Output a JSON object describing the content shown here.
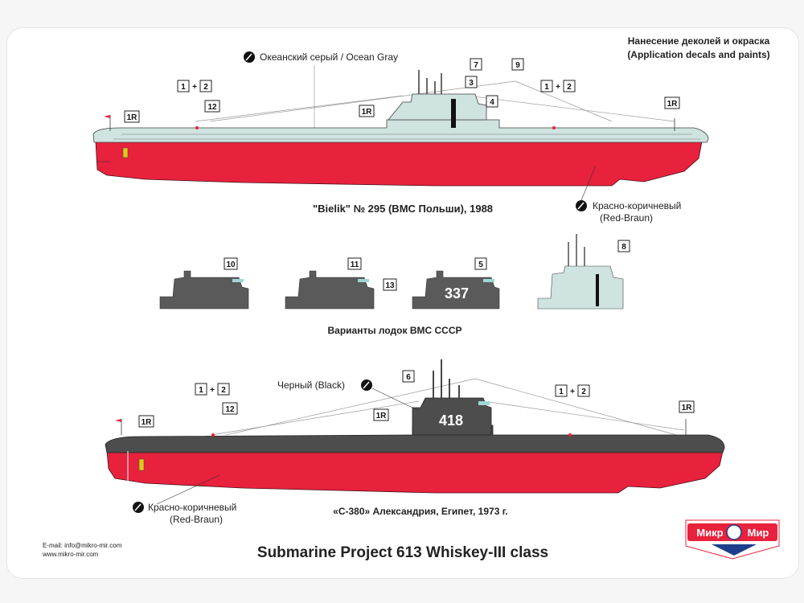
{
  "header": {
    "line1": "Нанесение деколей и окраска",
    "line2": "(Application decals and paints)"
  },
  "paints": {
    "ocean_gray": "Океанский серый / Ocean Gray",
    "red_brown_ru": "Красно-коричневый",
    "red_brown_en": "(Red-Braun)",
    "black": "Черный  (Black)",
    "colors": {
      "gray": "#cfe3e1",
      "red": "#e8213d",
      "black": "#4d4d4d",
      "dark_gray": "#5a5a5a"
    }
  },
  "profiles": {
    "top_caption": "\"Bielik\" № 295 (ВМС Польши), 1988",
    "middle_caption": "Варианты лодок ВМС СССР",
    "bottom_caption": "«С-380»  Александрия, Египет, 1973 г.",
    "hull_number_337": "337",
    "hull_number_418": "418"
  },
  "callouts": {
    "c1": "1",
    "c2": "2",
    "plus": "+",
    "c1R": "1R",
    "c3": "3",
    "c4": "4",
    "c5": "5",
    "c6": "6",
    "c7": "7",
    "c8": "8",
    "c9": "9",
    "c10": "10",
    "c11": "11",
    "c12": "12",
    "c13": "13"
  },
  "footer": {
    "email": "E-mail: info@mikro-mir.com",
    "website": "www.mikro-mir.com",
    "title": "Submarine Project 613 Whiskey-III class",
    "logo_left": "Микр",
    "logo_right": "Мир"
  }
}
